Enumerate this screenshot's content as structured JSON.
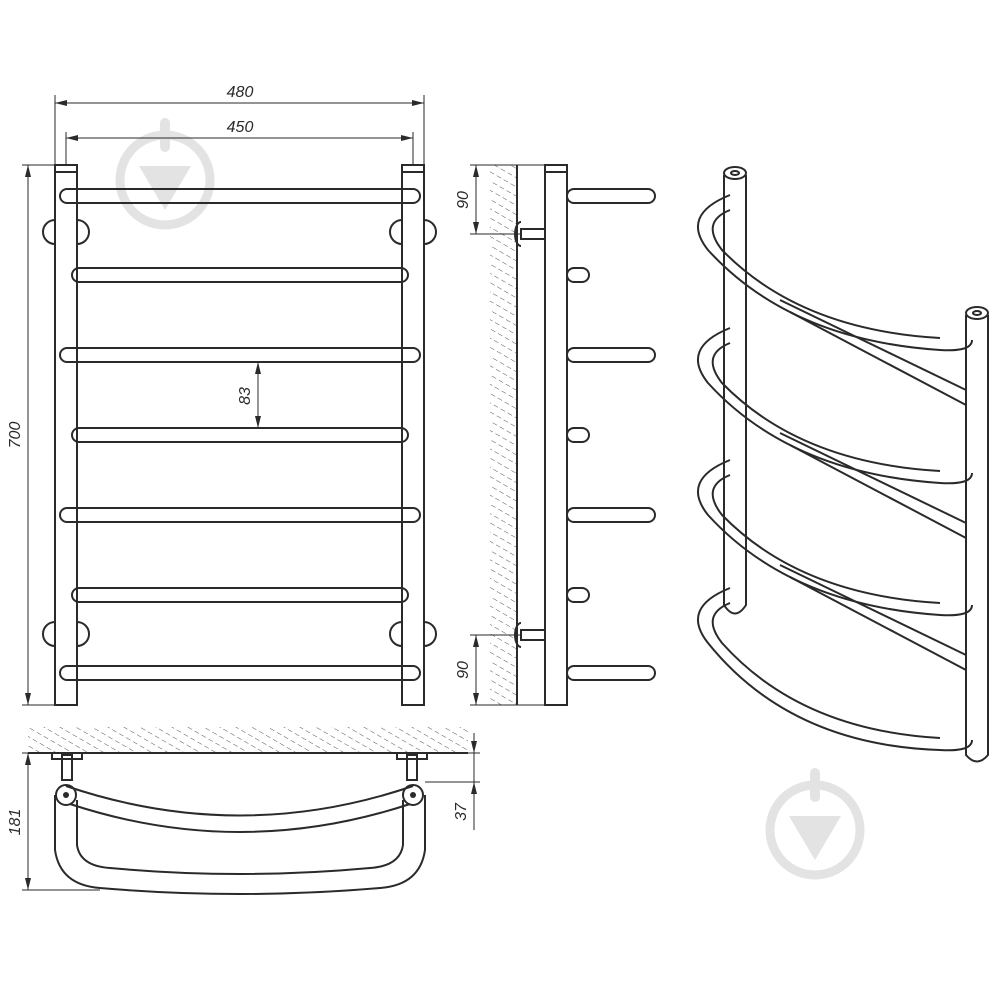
{
  "dimensions": {
    "width_overall": "480",
    "width_axis": "450",
    "height": "700",
    "rung_spacing": "83",
    "top_offset": "90",
    "bottom_offset": "90",
    "depth": "181",
    "standoff": "37"
  },
  "colors": {
    "line": "#2a2a2a",
    "watermark": "#e3e3e3",
    "hatch": "#555555"
  },
  "icons": [
    "watermark-logo-icon",
    "watermark-logo-icon"
  ]
}
